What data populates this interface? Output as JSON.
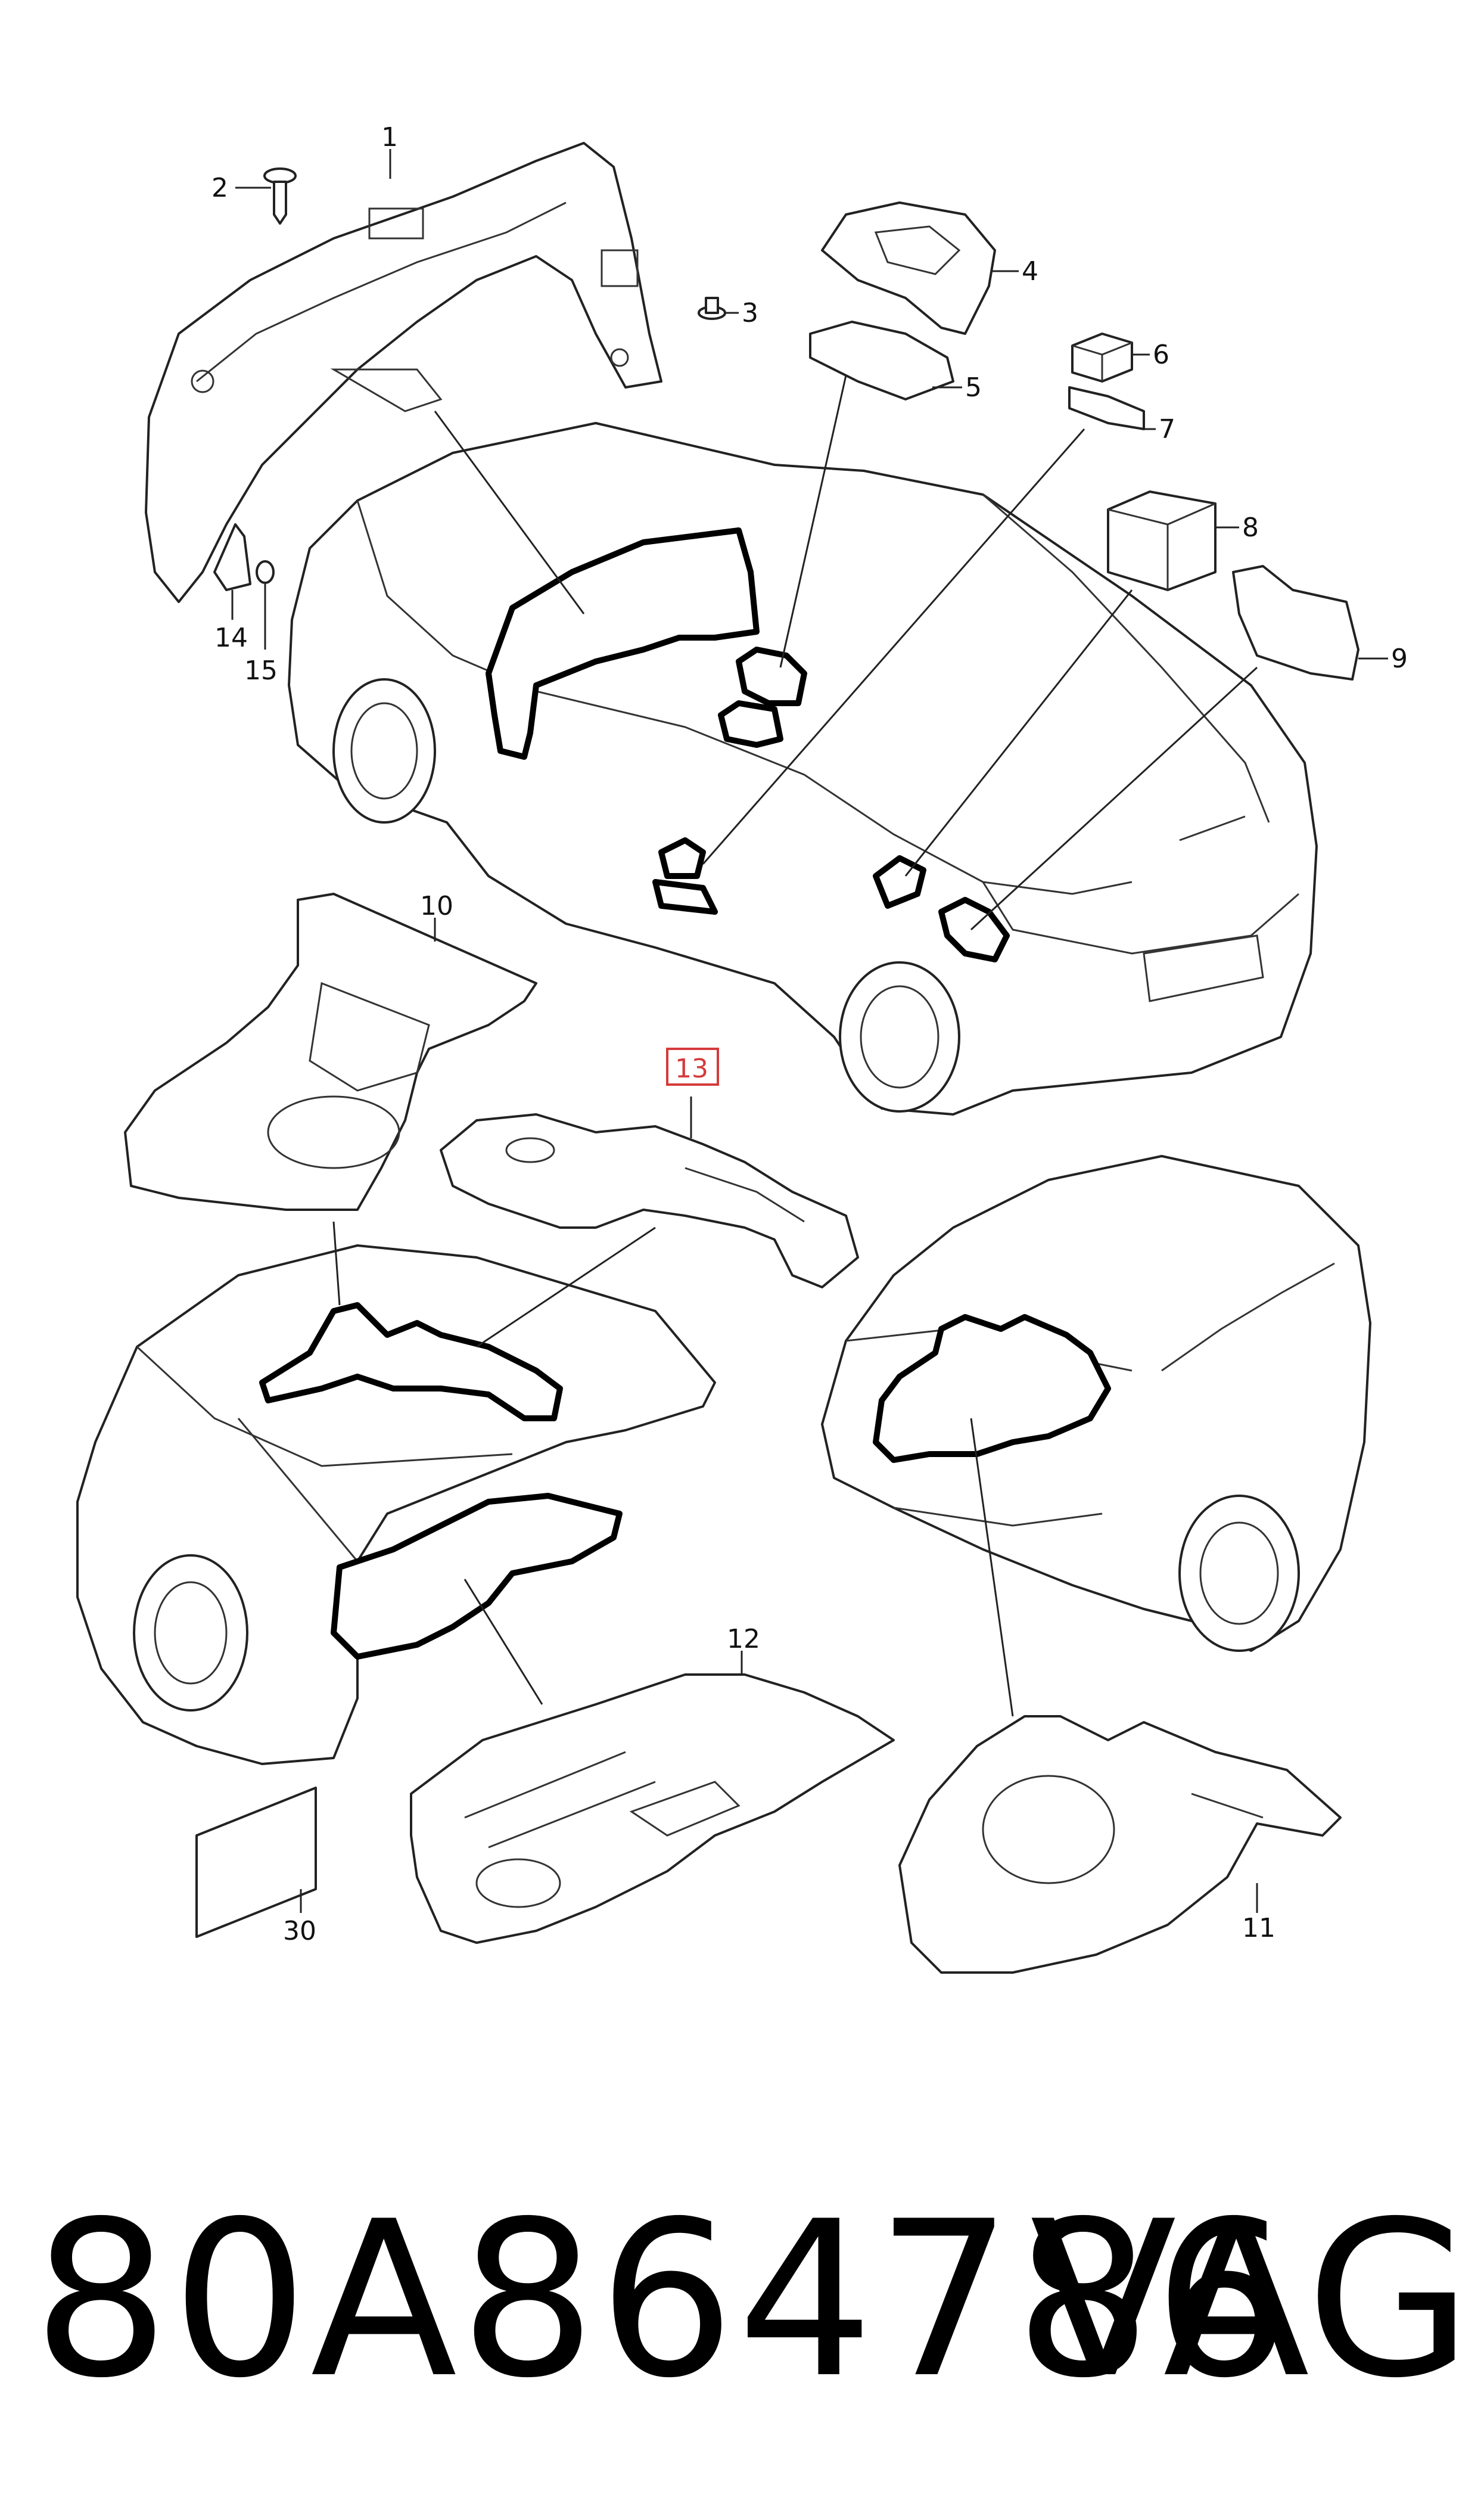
{
  "callouts": {
    "c1": "1",
    "c2": "2",
    "c3": "3",
    "c4": "4",
    "c5": "5",
    "c6": "6",
    "c7": "7",
    "c8": "8",
    "c9": "9",
    "c10": "10",
    "c11": "11",
    "c12": "12",
    "c13": "13",
    "c14": "14",
    "c15": "15",
    "c30": "30"
  },
  "footer": {
    "part_number": "80A864786",
    "brand": "VAG"
  },
  "colors": {
    "highlight_callout": "#d43b3b",
    "outline": "#222222"
  }
}
